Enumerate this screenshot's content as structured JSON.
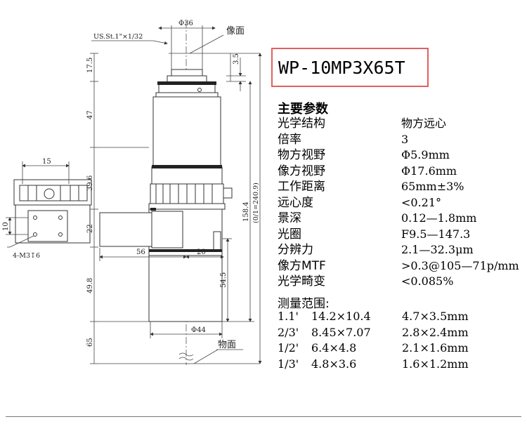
{
  "model": "WP-10MP3X65T",
  "spec_title": "主要参数",
  "specs": [
    {
      "key": "光学结构",
      "value": "物方远心"
    },
    {
      "key": "倍率",
      "value": "3"
    },
    {
      "key": "物方视野",
      "value": "Φ5.9mm"
    },
    {
      "key": "像方视野",
      "value": "Φ17.6mm"
    },
    {
      "key": "工作距离",
      "value": "65mm±3%"
    },
    {
      "key": "远心度",
      "value": "<0.21°"
    },
    {
      "key": "景深",
      "value": "0.12—1.8mm"
    },
    {
      "key": "光圈",
      "value": "F9.5—147.3"
    },
    {
      "key": "分辨力",
      "value": "2.1—32.3μm"
    },
    {
      "key": "像方MTF",
      "value": ">0.3@105—71p/mm"
    },
    {
      "key": "光学畸变",
      "value": "<0.085%"
    }
  ],
  "range_label": "测量范围:",
  "fov": [
    {
      "sensor": "1.1'",
      "image": "14.2×10.4",
      "object": "4.7×3.5mm"
    },
    {
      "sensor": "2/3'",
      "image": "8.45×7.07",
      "object": "2.8×2.4mm"
    },
    {
      "sensor": "1/2'",
      "image": "6.4×4.8",
      "object": "2.1×1.6mm"
    },
    {
      "sensor": "1/3'",
      "image": "4.8×3.6",
      "object": "1.6×1.2mm"
    }
  ],
  "drawing": {
    "thread_label": "US.St.1\"×1/32",
    "image_plane_label": "像面",
    "object_plane_label": "物面",
    "dia_top": "Φ36",
    "dia_bottom": "Φ44",
    "screw_label": "4-M3↧6",
    "dims": {
      "d17_5": "17.5",
      "d47": "47",
      "d39_6": "39.6",
      "d22": "22",
      "d49_8": "49.8",
      "d65": "65",
      "d3_5": "3.5",
      "d158_4": "158.4",
      "d240_9": "(0/1=240.9)",
      "d54_5": "54.5",
      "d56": "56",
      "d20": "20",
      "d15": "15",
      "d10": "10"
    }
  }
}
